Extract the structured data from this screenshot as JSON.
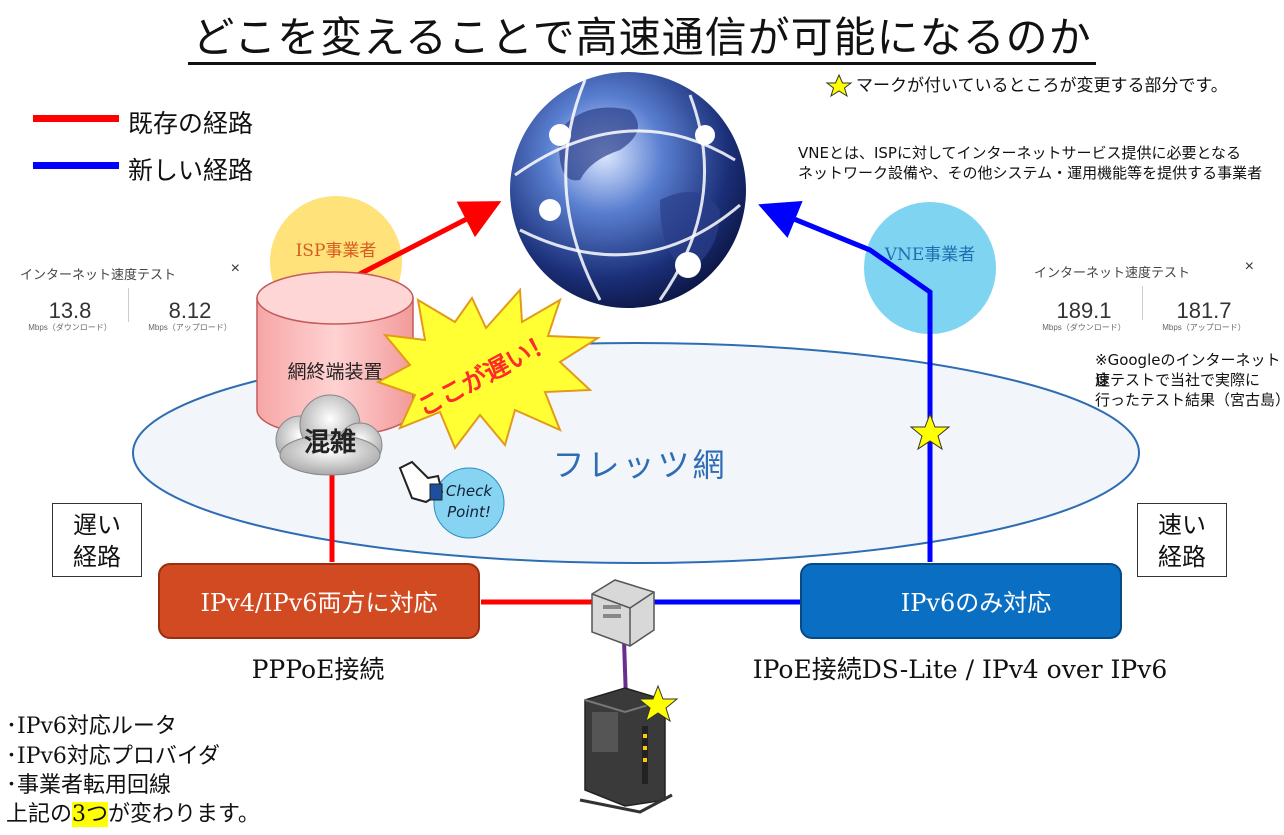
{
  "title": "どこを変えることで高速通信が可能になるのか",
  "legend": {
    "existing": {
      "label": "既存の経路",
      "color": "#ff0000"
    },
    "new": {
      "label": "新しい経路",
      "color": "#0000ff"
    }
  },
  "notes": {
    "star_note": "マークが付いているところが変更する部分です。",
    "vne_line1": "VNEとは、ISPに対してインターネットサービス提供に必要となる",
    "vne_line2": "ネットワーク設備や、その他システム・運用機能等を提供する事業者",
    "google_line1": "※Googleのインターネット速",
    "google_line2": "度テストで当社で実際に",
    "google_line3": "行ったテスト結果（宮古島）"
  },
  "speed_left": {
    "header": "インターネット速度テスト",
    "close": "×",
    "download": "13.8",
    "upload": "8.12",
    "download_label": "Mbps（ダウンロード）",
    "upload_label": "Mbps（アップロード）"
  },
  "speed_right": {
    "header": "インターネット速度テスト",
    "close": "×",
    "download": "189.1",
    "upload": "181.7",
    "download_label": "Mbps（ダウンロード）",
    "upload_label": "Mbps（アップロード）"
  },
  "nodes": {
    "isp": "ISP事業者",
    "vne": "VNE事業者",
    "terminal": "網終端装置",
    "congestion": "混雑",
    "burst": "ここが遅い！",
    "check_line1": "Check",
    "check_line2": "Point!",
    "flets": "フレッツ網"
  },
  "paths": {
    "slow_line1": "遅い",
    "slow_line2": "経路",
    "fast_line1": "速い",
    "fast_line2": "経路",
    "ipv4v6": "IPv4/IPv6両方に対応",
    "ipv6only": "IPv6のみ対応",
    "pppoe": "PPPoE接続",
    "ipoe": "IPoE接続DS-Lite / IPv4 over IPv6"
  },
  "requirements": {
    "item1": "･IPv6対応ルータ",
    "item2": "･IPv6対応プロバイダ",
    "item3": "･事業者転用回線",
    "summary_pre": "上記の",
    "summary_hl": "3つ",
    "summary_post": "が変わります。"
  },
  "colors": {
    "red_route": "#ff0000",
    "blue_route": "#0000ff",
    "ipv4v6_box": "#d24a22",
    "ipv6_box": "#0a6fc2",
    "flets_fill": "#f2f6fa",
    "isp_circle": "#ffe27a",
    "vne_circle": "#7fd4f2",
    "star": "#ffff00"
  }
}
